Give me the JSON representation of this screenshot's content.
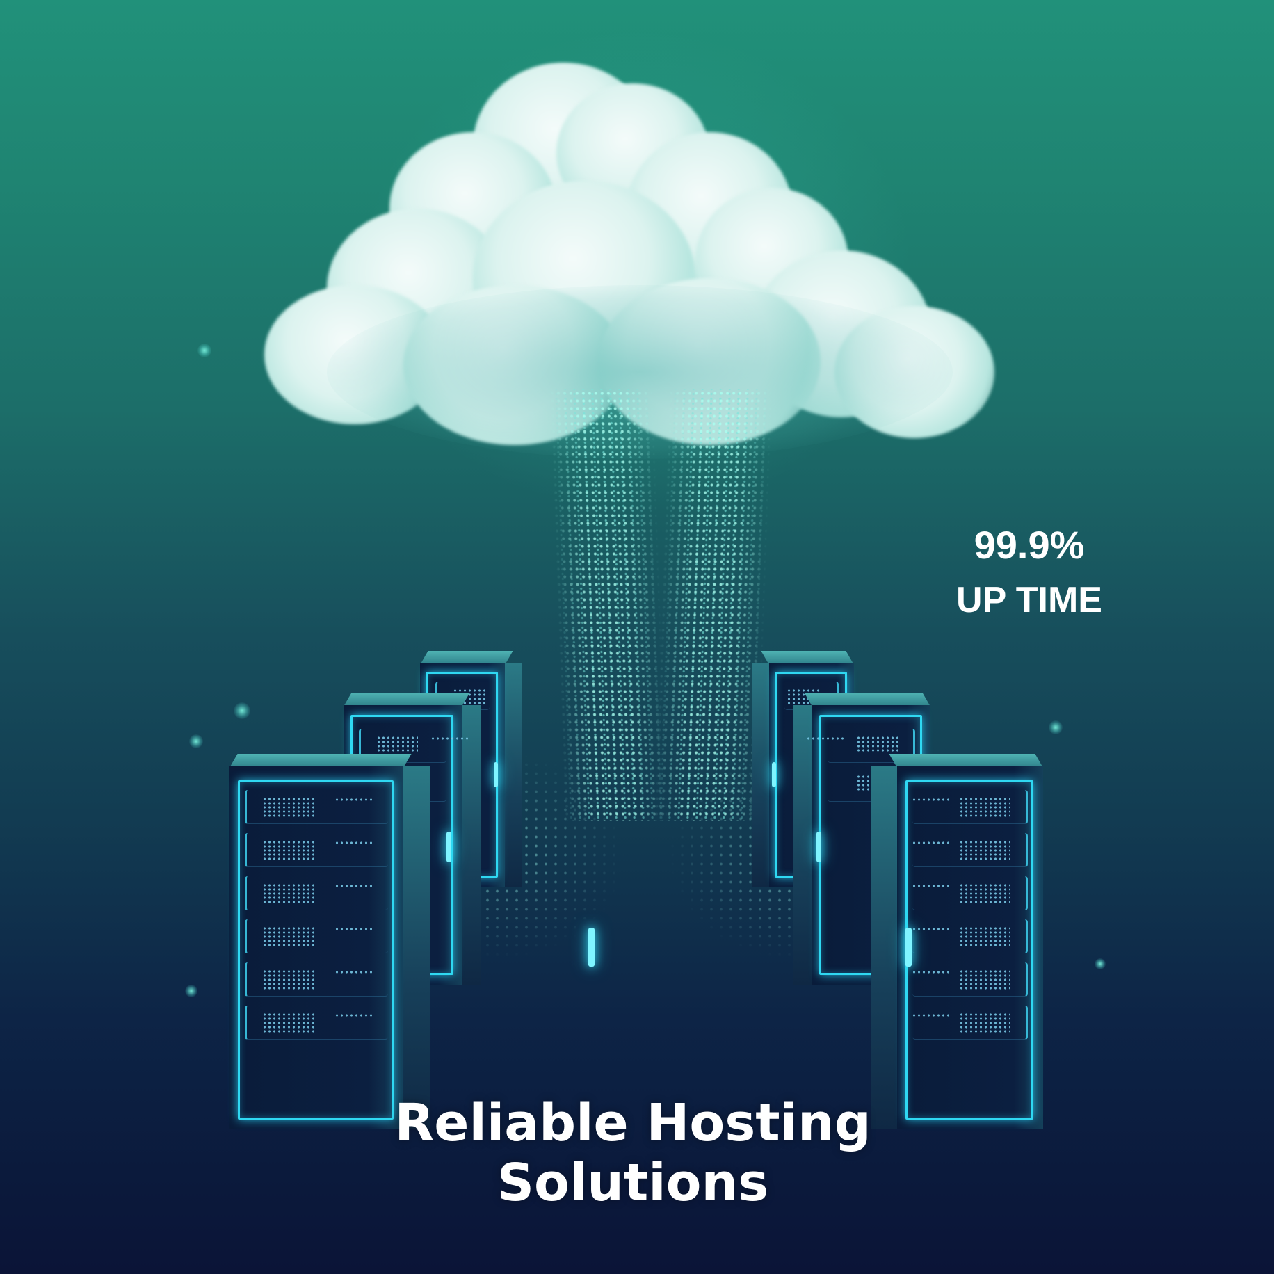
{
  "graphic": {
    "theme": "cloud-hosting-illustration",
    "colors": {
      "background_top": "#21917a",
      "background_middle": "#174e5c",
      "background_bottom": "#0b1437",
      "server_glow": "#2fd8f2",
      "cloud": "#e6f7f4",
      "text": "#ffffff"
    }
  },
  "stat": {
    "value": "99.9%",
    "label": "UP TIME"
  },
  "headline": {
    "line1": "Reliable Hosting",
    "line2": "Solutions"
  },
  "illustration": {
    "cloud_icon": "cloud-icon",
    "server_icon": "server-rack-icon",
    "server_count": 6,
    "data_stream_icon": "particle-stream"
  }
}
